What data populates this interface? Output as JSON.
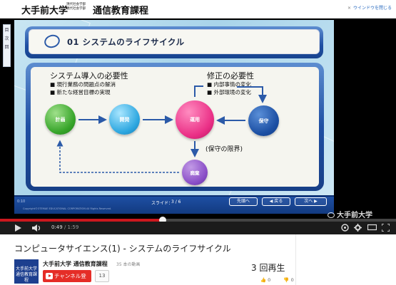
{
  "video_header": {
    "university": "大手前大学",
    "faculty_line1": "現代社会学部",
    "faculty_line2": "現代社会学部",
    "course": "通信教育課程",
    "popout_label": "ウインドウを閉じる"
  },
  "sidebar_tabs": [
    "目",
    "次",
    "回"
  ],
  "slide": {
    "title": "01 システムのライフサイクル",
    "intro_heading": "システム導入の必要性",
    "intro_items": [
      "■ 現行業務の問題点の解消",
      "■ 新たな経営目標の実現"
    ],
    "revision_heading": "修正の必要性",
    "revision_items": [
      "■ 内部事情の変化",
      "■ 外部環境の変化"
    ],
    "nodes": {
      "plan": "計画",
      "develop": "開発",
      "operate": "運用",
      "maintain": "保守",
      "discard": "廃棄"
    },
    "limit_note": "(保守の限界)"
  },
  "slide_footer": {
    "time_left": "0:10",
    "slide_label": "スライド：",
    "slide_number": "3 / 6",
    "nav_first": "先頭へ",
    "nav_prev": "◀ 戻る",
    "nav_next": "次へ ▶",
    "copyright": "Copyright©OTEMAE EDUCATIONAL CORPORATION All Rights Reserved."
  },
  "watermark": "大手前大学",
  "player": {
    "current_time": "0:49",
    "duration": "/ 1:59",
    "progress_fraction": 0.41,
    "buffer_fraction": 0.24
  },
  "video_info": {
    "title": "コンピュータサイエンス(1) - システムのライフサイクル",
    "avatar_text": "大手前大学 通信教育課程",
    "channel_name": "大手前大学 通信教育課程",
    "video_count": "35 本の動画",
    "subscribe_label": "チャンネル登録",
    "subscribe_count": "13",
    "views": "3 回再生",
    "likes": "0",
    "dislikes": "0"
  },
  "colors": {
    "accent_red": "#cc181e",
    "slide_blue": "#1e4fa3",
    "plan_green": "#37a52a",
    "develop_cyan": "#2da7e0",
    "operate_pink": "#ea2f86",
    "maintain_blue": "#1c4fa3",
    "discard_purple": "#8a4ec7"
  },
  "icons": [
    "play-icon",
    "volume-icon",
    "subtitles-icon",
    "settings-icon",
    "theater-icon",
    "fullscreen-icon",
    "like-icon",
    "dislike-icon"
  ]
}
